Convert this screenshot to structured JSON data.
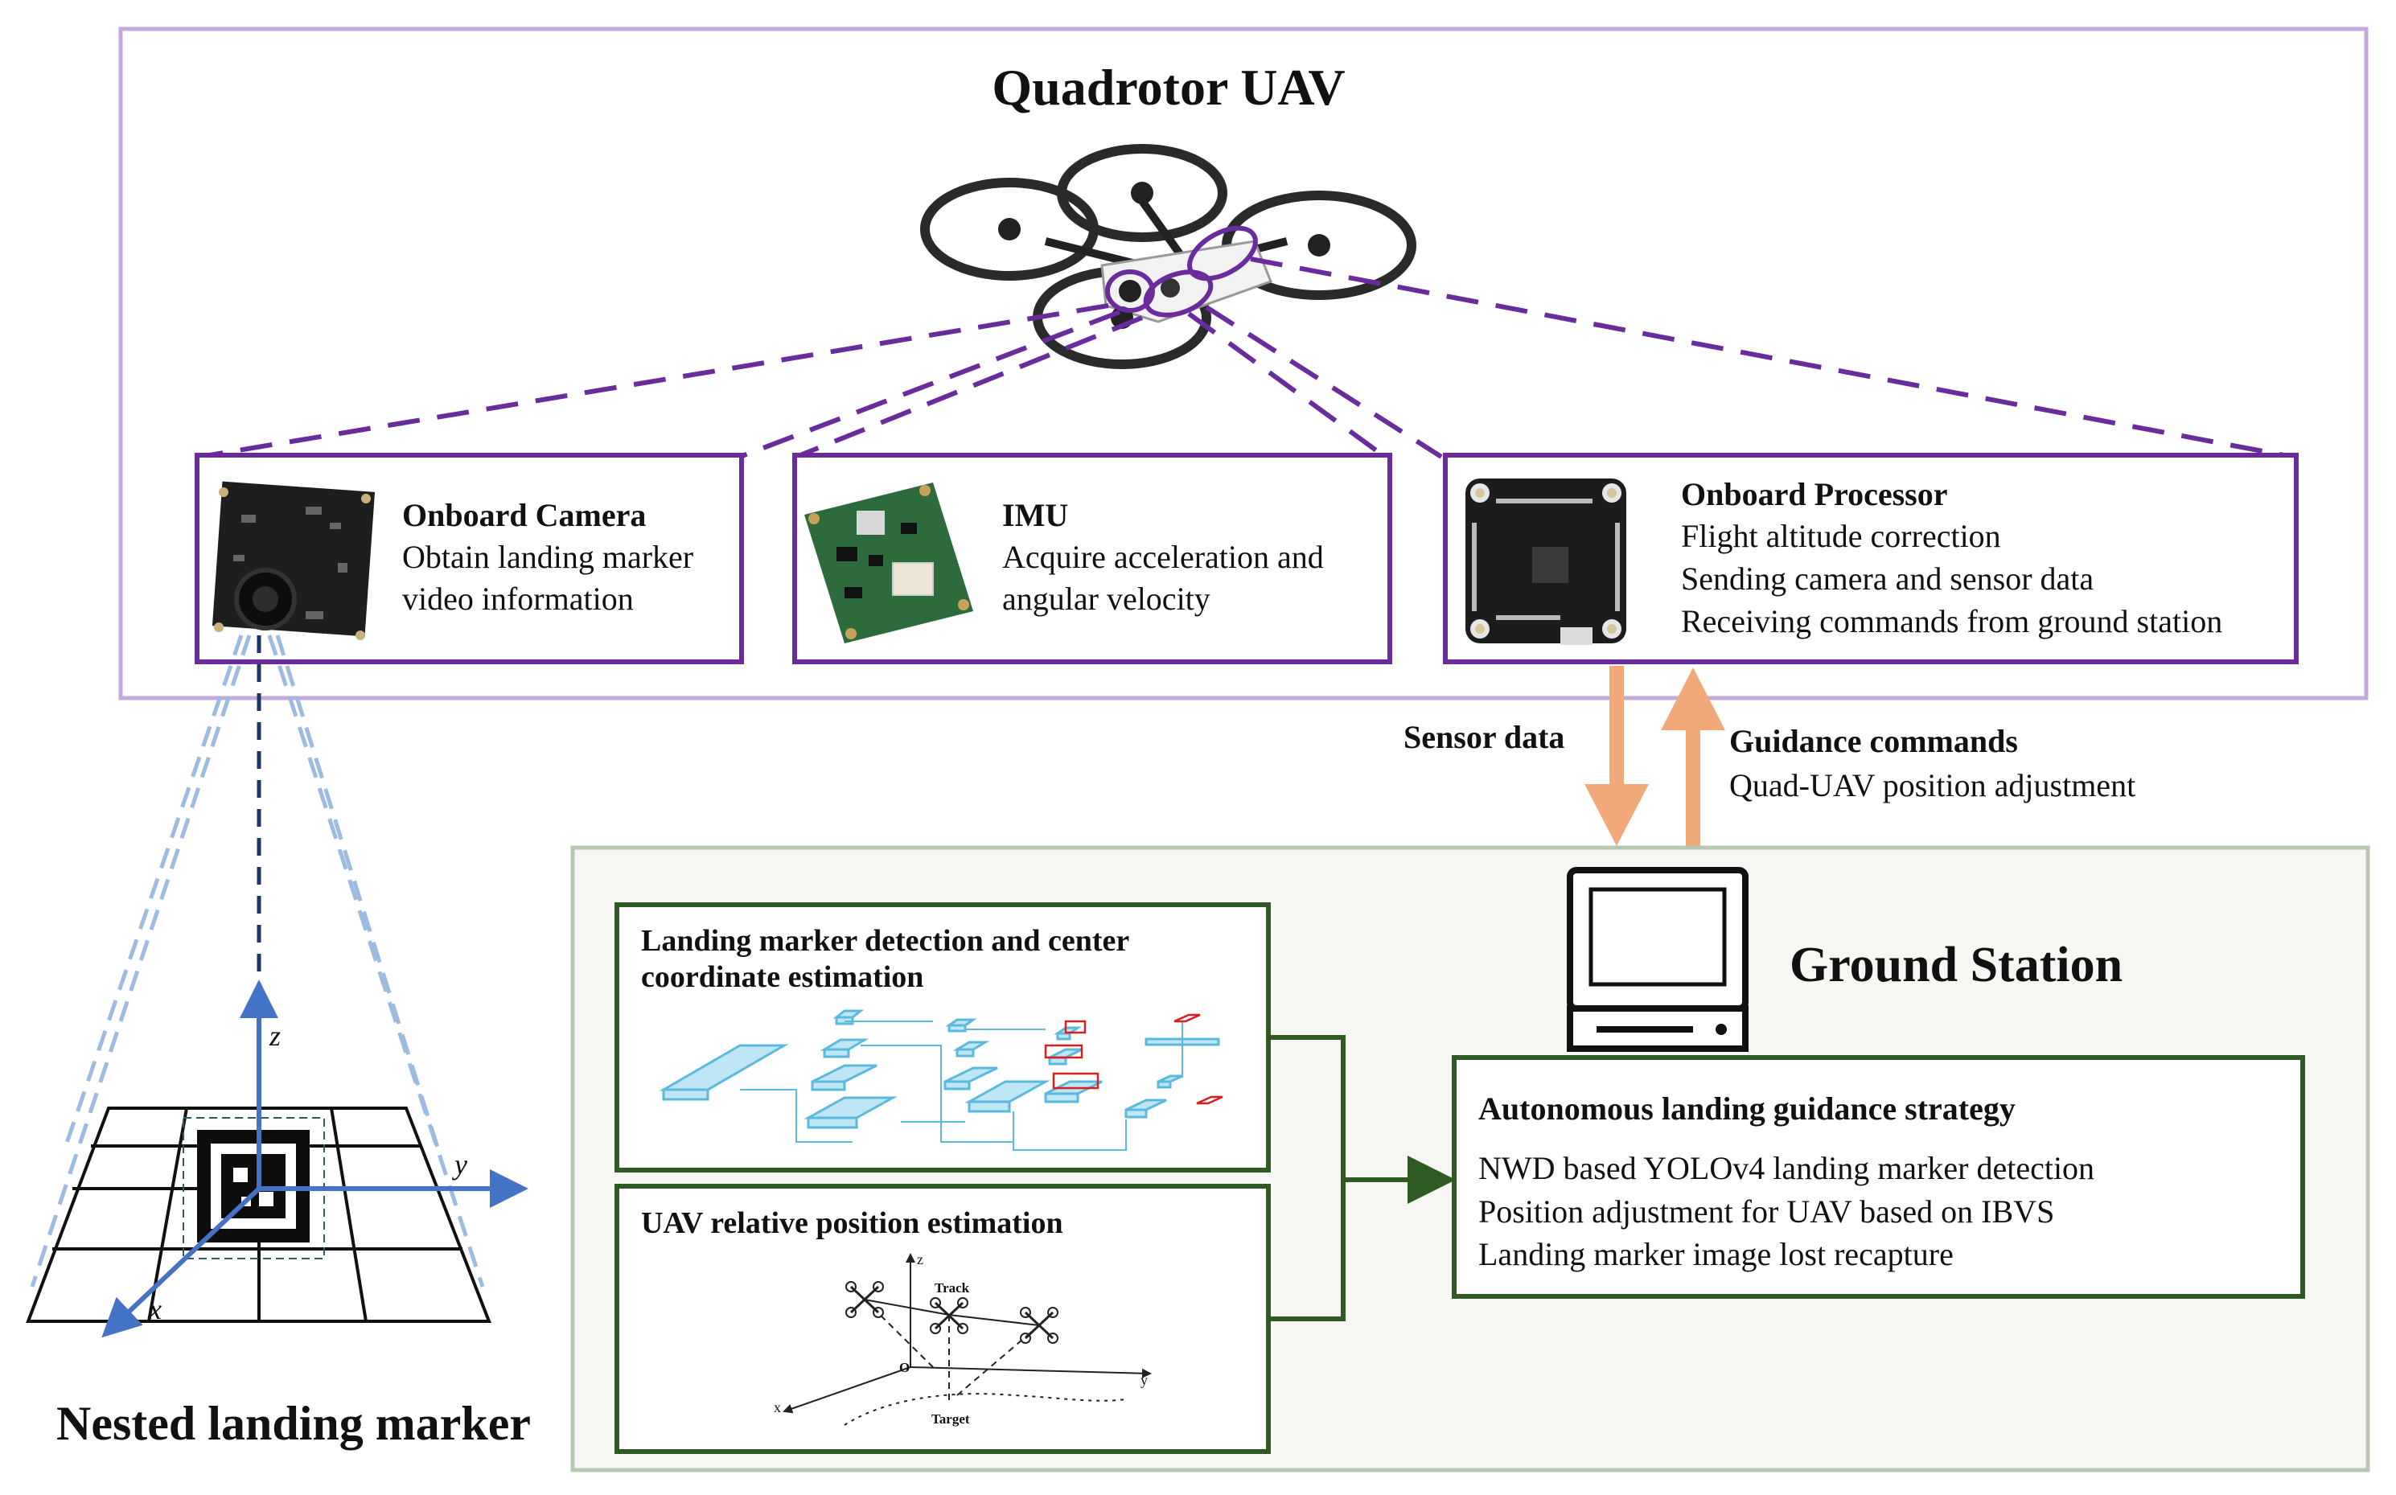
{
  "uav": {
    "title": "Quadrotor UAV",
    "camera": {
      "title": "Onboard Camera",
      "line1": "Obtain landing marker",
      "line2": "video information"
    },
    "imu": {
      "title": "IMU",
      "line1": "Acquire acceleration and",
      "line2": "angular velocity"
    },
    "processor": {
      "title": "Onboard Processor",
      "line1": "Flight altitude correction",
      "line2": "Sending camera and sensor data",
      "line3": "Receiving commands from ground station"
    }
  },
  "links": {
    "sensor_data": "Sensor data",
    "guidance_title": "Guidance commands",
    "guidance_sub": "Quad-UAV position adjustment"
  },
  "ground": {
    "title": "Ground Station",
    "detection": {
      "line1": "Landing marker detection and center",
      "line2": "coordinate estimation"
    },
    "relative": {
      "title": "UAV relative position estimation",
      "track": "Track",
      "target": "Target",
      "origin": "O",
      "z": "z",
      "x": "x",
      "y": "y"
    },
    "strategy": {
      "title": "Autonomous landing guidance strategy",
      "line1": "NWD based YOLOv4 landing marker detection",
      "line2": "Position adjustment for UAV based on IBVS",
      "line3": "Landing marker image lost recapture"
    }
  },
  "marker": {
    "title": "Nested landing marker",
    "z": "z",
    "y": "y",
    "x": "x"
  },
  "colors": {
    "uav_border": "#c4a8dc",
    "module_border": "#6a2c9c",
    "dash": "#6a2c9c",
    "ground_border": "#b8c8b0",
    "ground_fill": "#f6f7f3",
    "green_box": "#2f5a24",
    "arrow_orange": "#f2a97a",
    "axis_blue": "#4472c4",
    "cone_blue": "#9dbbe0",
    "net_blue": "#5bb9de"
  }
}
